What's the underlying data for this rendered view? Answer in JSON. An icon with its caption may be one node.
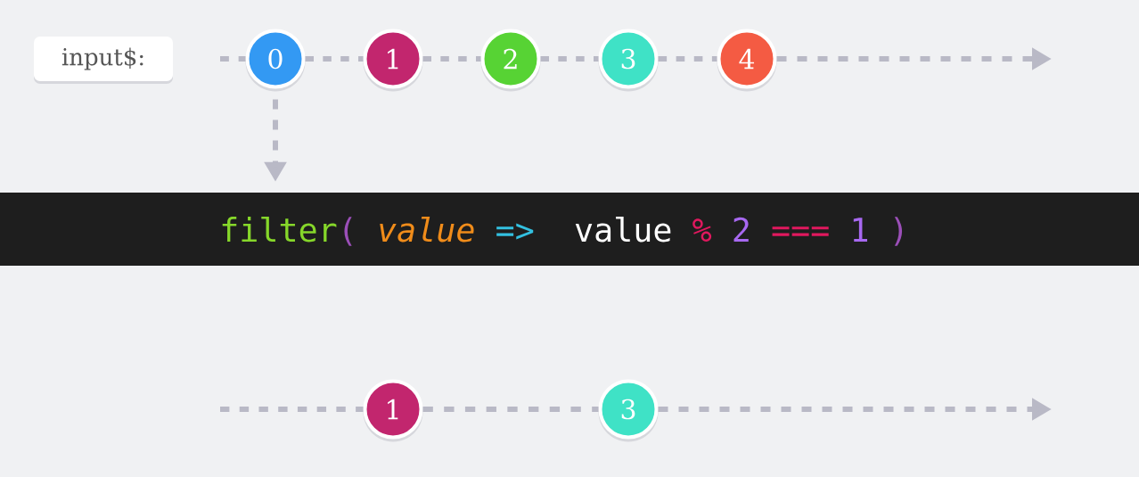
{
  "diagram": {
    "nodes": [
      {
        "text": [
          "input$:"
        ]
      },
      {
        "text": [
          "0"
        ]
      },
      {
        "text": [
          "1"
        ]
      },
      {
        "text": [
          "2"
        ]
      },
      {
        "text": [
          "3"
        ]
      },
      {
        "text": [
          "4"
        ]
      },
      {
        "text": [
          "filter",
          "(",
          "value",
          "=>",
          "value",
          "%",
          "2",
          "===",
          "1",
          ")"
        ]
      },
      {
        "text": [
          "1"
        ]
      },
      {
        "text": [
          "3"
        ]
      }
    ],
    "edges": [
      {
        "from": null,
        "to": 1,
        "arrow": "none",
        "style": "dashed"
      },
      {
        "from": 1,
        "to": 2,
        "arrow": "none",
        "style": "dashed"
      },
      {
        "from": 2,
        "to": 3,
        "arrow": "none",
        "style": "dashed"
      },
      {
        "from": 3,
        "to": 4,
        "arrow": "none",
        "style": "dashed"
      },
      {
        "from": 4,
        "to": 5,
        "arrow": "none",
        "style": "dashed"
      },
      {
        "from": 5,
        "to": null,
        "arrow": "to",
        "style": "dashed"
      },
      {
        "from": 1,
        "to": 6,
        "arrow": "to",
        "style": "dashed"
      },
      {
        "from": null,
        "to": 7,
        "arrow": "none",
        "style": "dashed"
      },
      {
        "from": 7,
        "to": 8,
        "arrow": "none",
        "style": "dashed"
      },
      {
        "from": 8,
        "to": null,
        "arrow": "to",
        "style": "dashed"
      }
    ]
  }
}
